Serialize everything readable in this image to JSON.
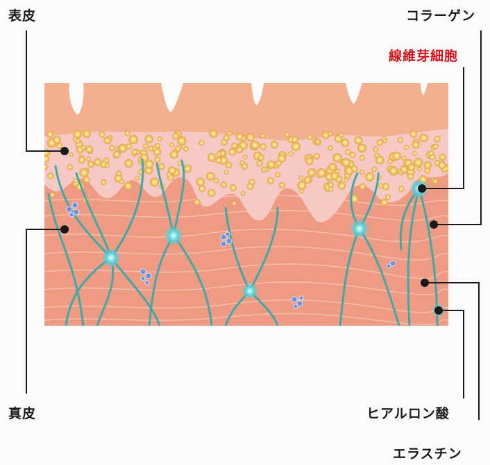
{
  "labels": {
    "epidermis": "表皮",
    "dermis": "真皮",
    "collagen": "コラーゲン",
    "fibroblast": "線維芽細胞",
    "hyaluronic_acid": "ヒアルロン酸",
    "elastin": "エラスチン"
  },
  "colors": {
    "fibroblast_label": "#d7141c",
    "leader_line": "#1a1a1a",
    "fiber": "#3fa9a8",
    "dermis": "#ef9a82",
    "epidermis_top": "#f2b08f",
    "epidermis_pink": "#f6c9c4",
    "cell": "#f2c04a",
    "hyaluronic": "#6f8fd6"
  }
}
